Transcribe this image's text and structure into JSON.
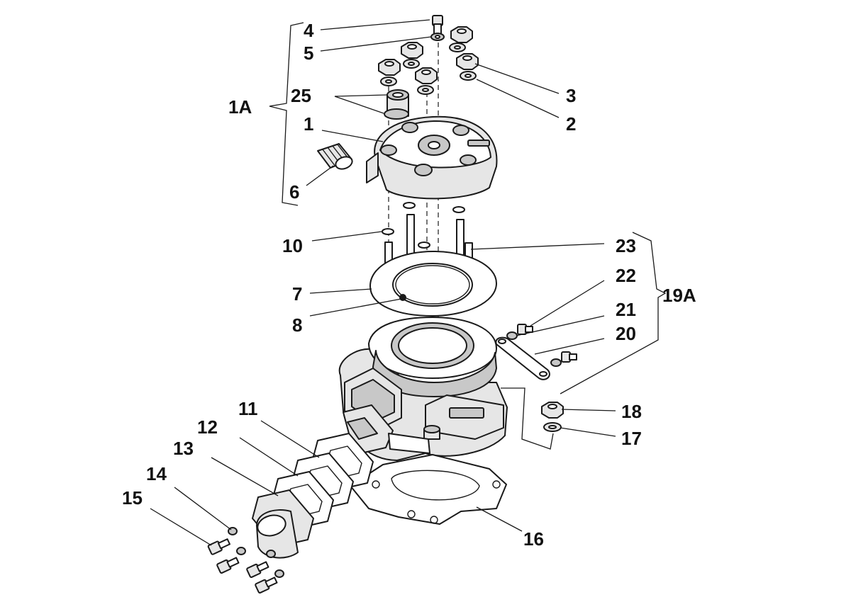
{
  "diagram": {
    "labels": {
      "p1": "1",
      "p2": "2",
      "p3": "3",
      "p4": "4",
      "p5": "5",
      "p6": "6",
      "p7": "7",
      "p8": "8",
      "p10": "10",
      "p11": "11",
      "p12": "12",
      "p13": "13",
      "p14": "14",
      "p15": "15",
      "p16": "16",
      "p17": "17",
      "p18": "18",
      "p20": "20",
      "p21": "21",
      "p22": "22",
      "p23": "23",
      "p25": "25",
      "a1": "1A",
      "a19": "19A"
    }
  }
}
